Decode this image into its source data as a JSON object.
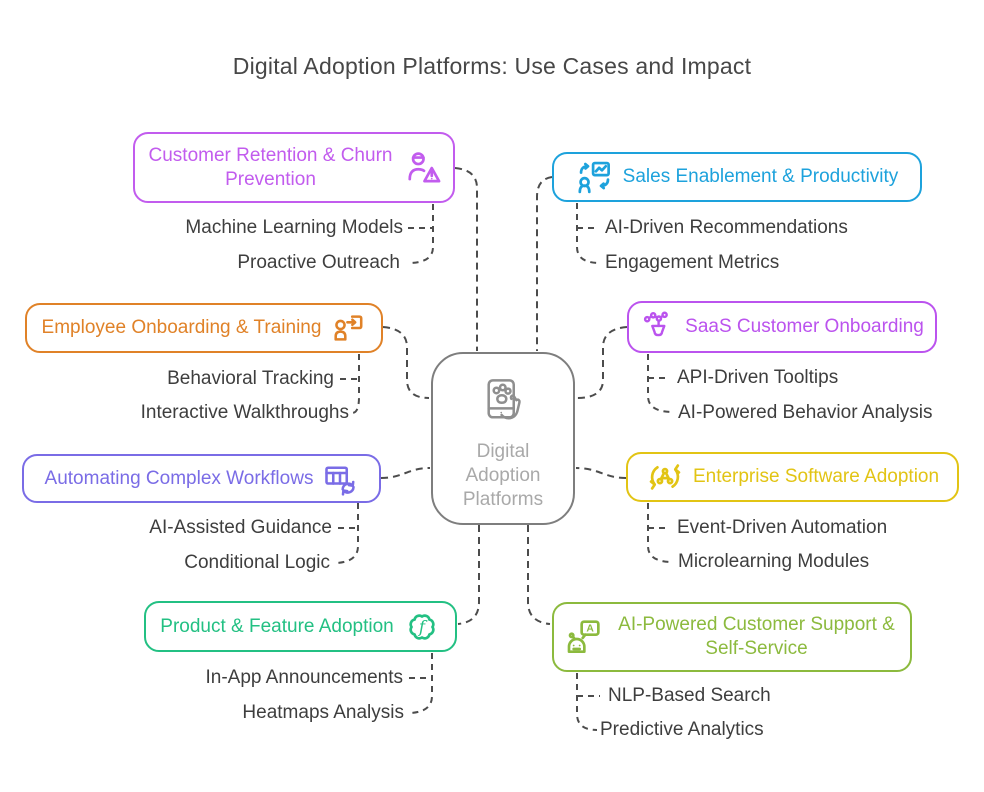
{
  "title": "Digital Adoption Platforms: Use Cases and Impact",
  "center": {
    "label": "Digital Adoption Platforms",
    "lines": [
      "Digital",
      "Adoption",
      "Platforms"
    ],
    "icon": "phone-hand-icon",
    "border_color": "#7e7e7e",
    "text_color": "#a9a9a9"
  },
  "connector_color": "#4c4c4c",
  "item_text_color": "#3e3e3e",
  "branches": [
    {
      "label": "Customer Retention & Churn Prevention",
      "color": "#c25cee",
      "icon": "user-alert-icon",
      "items": [
        "Machine Learning Models",
        "Proactive Outreach"
      ]
    },
    {
      "label": "Employee Onboarding & Training",
      "color": "#e08228",
      "icon": "user-board-arrow-icon",
      "items": [
        "Behavioral Tracking",
        "Interactive Walkthroughs"
      ]
    },
    {
      "label": "Automating Complex Workflows",
      "color": "#7a6ce6",
      "icon": "table-sync-icon",
      "items": [
        "AI-Assisted Guidance",
        "Conditional Logic"
      ]
    },
    {
      "label": "Product & Feature Adoption",
      "color": "#23c083",
      "icon": "gear-f-icon",
      "items": [
        "In-App Announcements",
        "Heatmaps Analysis"
      ]
    },
    {
      "label": "Sales Enablement & Productivity",
      "color": "#1da2dc",
      "icon": "user-monitor-sync-icon",
      "items": [
        "AI-Driven Recommendations",
        "Engagement Metrics"
      ]
    },
    {
      "label": "SaaS Customer Onboarding",
      "color": "#bb53ee",
      "icon": "funnel-network-icon",
      "items": [
        "API-Driven Tooltips",
        "AI-Powered Behavior Analysis"
      ]
    },
    {
      "label": "Enterprise Software Adoption",
      "color": "#e2c414",
      "icon": "circular-arrows-node-icon",
      "items": [
        "Event-Driven Automation",
        "Microlearning Modules"
      ]
    },
    {
      "label": "AI-Powered Customer Support & Self-Service",
      "color": "#8cba3e",
      "icon": "robot-chat-icon",
      "items": [
        "NLP-Based Search",
        "Predictive Analytics"
      ]
    }
  ]
}
